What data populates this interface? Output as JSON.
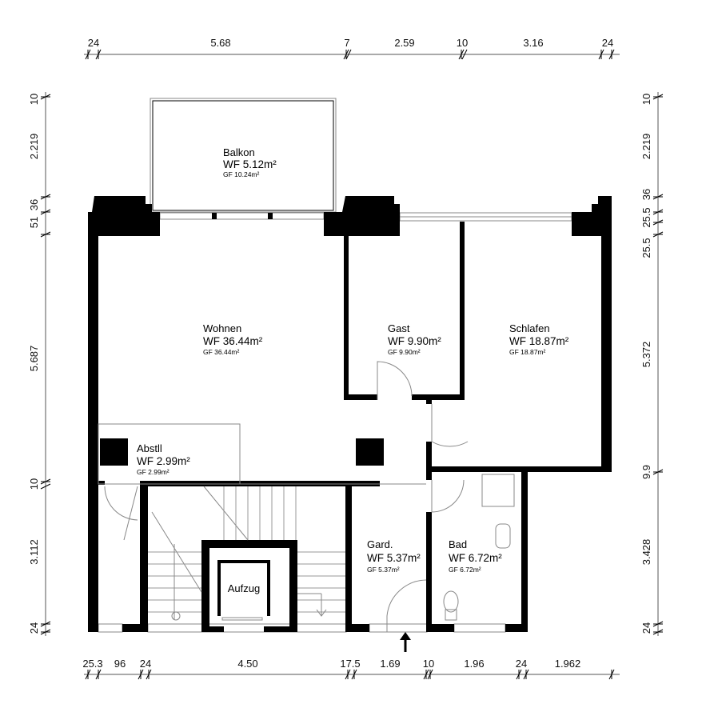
{
  "rooms": {
    "balkon": {
      "name": "Balkon",
      "wf": "WF 5.12m²",
      "gf": "GF 10.24m²"
    },
    "wohnen": {
      "name": "Wohnen",
      "wf": "WF 36.44m²",
      "gf": "GF 36.44m²"
    },
    "gast": {
      "name": "Gast",
      "wf": "WF 9.90m²",
      "gf": "GF 9.90m²"
    },
    "schlafen": {
      "name": "Schlafen",
      "wf": "WF 18.87m²",
      "gf": "GF 18.87m²"
    },
    "abstll": {
      "name": "Abstll",
      "wf": "WF 2.99m²",
      "gf": "GF 2.99m²"
    },
    "gard": {
      "name": "Gard.",
      "wf": "WF 5.37m²",
      "gf": "GF 5.37m²"
    },
    "bad": {
      "name": "Bad",
      "wf": "WF 6.72m²",
      "gf": "GF 6.72m²"
    },
    "aufzug": {
      "name": "Aufzug"
    }
  },
  "dimensions": {
    "top": [
      "24",
      "5.68",
      "7",
      "2.59",
      "10",
      "3.16",
      "24"
    ],
    "bottom": [
      "25.3",
      "96",
      "24",
      "4.50",
      "17.5",
      "1.69",
      "10",
      "1.96",
      "24",
      "1.962"
    ],
    "left": [
      "10",
      "2.219",
      "36",
      "51",
      "5.687",
      "10",
      "3.112",
      "24"
    ],
    "right": [
      "10",
      "2.219",
      "36",
      "25.5",
      "25.5",
      "5.372",
      "9.9",
      "3.428",
      "24"
    ]
  }
}
